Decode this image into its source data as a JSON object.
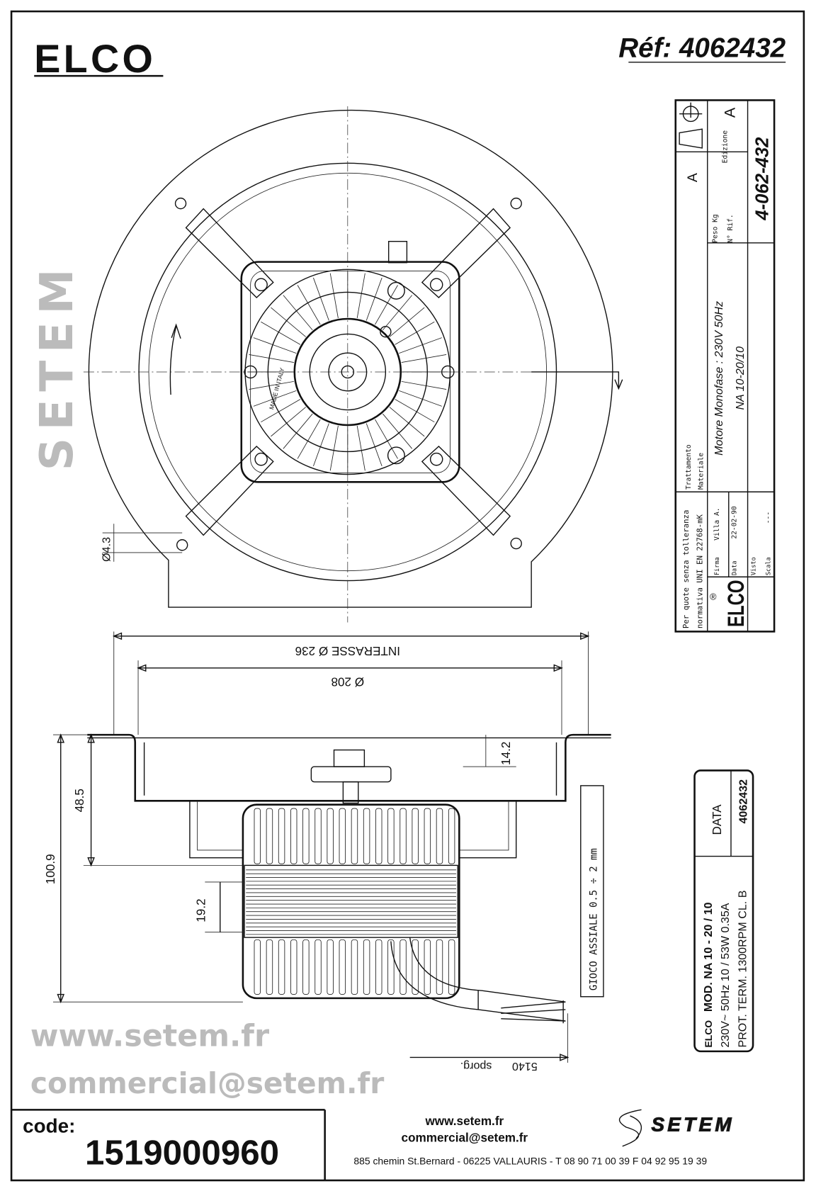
{
  "header": {
    "brand_logo": "ELCO",
    "reference": "Réf: 4062432"
  },
  "title_block": {
    "tolerance_line1": "Per quote senza tolleranza",
    "tolerance_line2": "normativa UNI EN 22768-mK",
    "treatment_label": "Trattamento",
    "material_label": "Materiale",
    "description": "Motore Monofase : 230V 50Hz",
    "model": "NA 10-20/10",
    "weight_label": "Peso Kg",
    "ref_label": "N° Rif.",
    "edition_label": "Edizione",
    "edition_value": "A",
    "revision_value": "A",
    "drawing_number": "4-062-432",
    "signature_label": "Firma",
    "signature_value": "Villa A.",
    "date_label": "Data",
    "date_value": "22-02-90",
    "checked_label": "Visto",
    "scale_label": "Scala",
    "scale_value": "---",
    "logo": "ELCO",
    "registered_mark": "®"
  },
  "drawing": {
    "made_in": "MADE IN ITALY",
    "hole_diameter": "Ø4.3",
    "center_distance": "INTERASSE Ø 236",
    "diameter": "Ø 208",
    "dim_14_2": "14.2",
    "dim_48_5": "48.5",
    "dim_100_9": "100.9",
    "dim_19_2": "19.2",
    "cable_length": "5140",
    "cable_label": "sporg.",
    "axial_play": "GIOCO ASSIALE  0.5 ÷ 2 mm"
  },
  "nameplate": {
    "data_label": "DATA",
    "data_value": "4062432",
    "logo": "ELCO",
    "model": "MOD.  NA 10 - 20 / 10",
    "line2": "230V~  50Hz  10 / 53W  0.35A",
    "line3": "PROT. TERM.  1300RPM  CL. B"
  },
  "watermark": {
    "url": "www.setem.fr",
    "brand": "SETEM",
    "email": "commercial@setem.fr"
  },
  "footer": {
    "code_label": "code:",
    "code_value": "1519000960",
    "website": "www.setem.fr",
    "email": "commercial@setem.fr",
    "address": "885 chemin St.Bernard  -  06225 VALLAURIS  -  T 08 90 71 00 39   F 04 92 95 19 39",
    "logo": "SETEM"
  }
}
